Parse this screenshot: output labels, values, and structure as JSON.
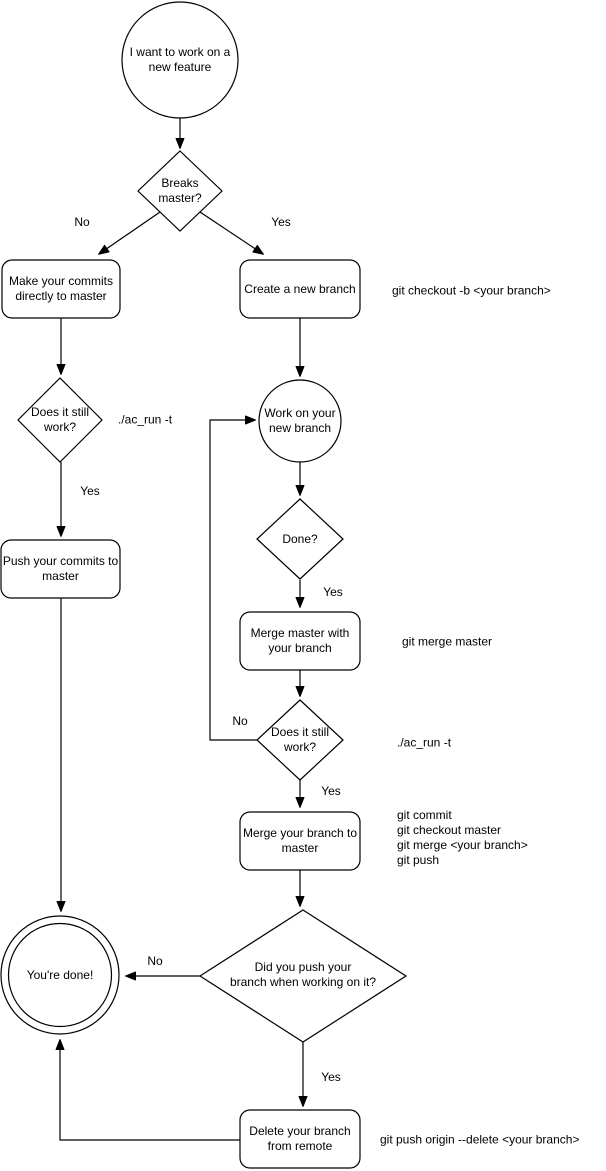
{
  "colors": {
    "stroke": "#000000",
    "fill": "#ffffff",
    "text": "#000000"
  },
  "nodes": {
    "start": [
      "I want to work on a",
      "new feature"
    ],
    "breaks_master": [
      "Breaks",
      "master?"
    ],
    "make_commits": [
      "Make your commits",
      "directly to master"
    ],
    "create_branch": [
      "Create a new branch"
    ],
    "does_it_work_1": [
      "Does it still",
      "work?"
    ],
    "work_on_branch": [
      "Work on your",
      "new branch"
    ],
    "push_commits": [
      "Push your commits to",
      "master"
    ],
    "done": [
      "Done?"
    ],
    "merge_master": [
      "Merge master with",
      "your branch"
    ],
    "does_it_work_2": [
      "Does it still",
      "work?"
    ],
    "merge_branch": [
      "Merge your branch to",
      "master"
    ],
    "did_you_push": [
      "Did you push your",
      "branch when working on it?"
    ],
    "youre_done": [
      "You're done!"
    ],
    "delete_branch": [
      "Delete your branch",
      "from remote"
    ]
  },
  "edge_labels": {
    "breaks_no": "No",
    "breaks_yes": "Yes",
    "work1_yes": "Yes",
    "done_yes": "Yes",
    "work2_no": "No",
    "work2_yes": "Yes",
    "push_no": "No",
    "push_yes": "Yes"
  },
  "annotations": {
    "checkout": "git checkout -b <your branch>",
    "ac_run_left": "./ac_run -t",
    "merge_master_cmd": "git merge master",
    "ac_run_right": "./ac_run -t",
    "merge_cmds": [
      "git commit",
      "git checkout master",
      "git merge <your branch>",
      "git push"
    ],
    "delete_cmd": "git push origin --delete <your branch>"
  }
}
